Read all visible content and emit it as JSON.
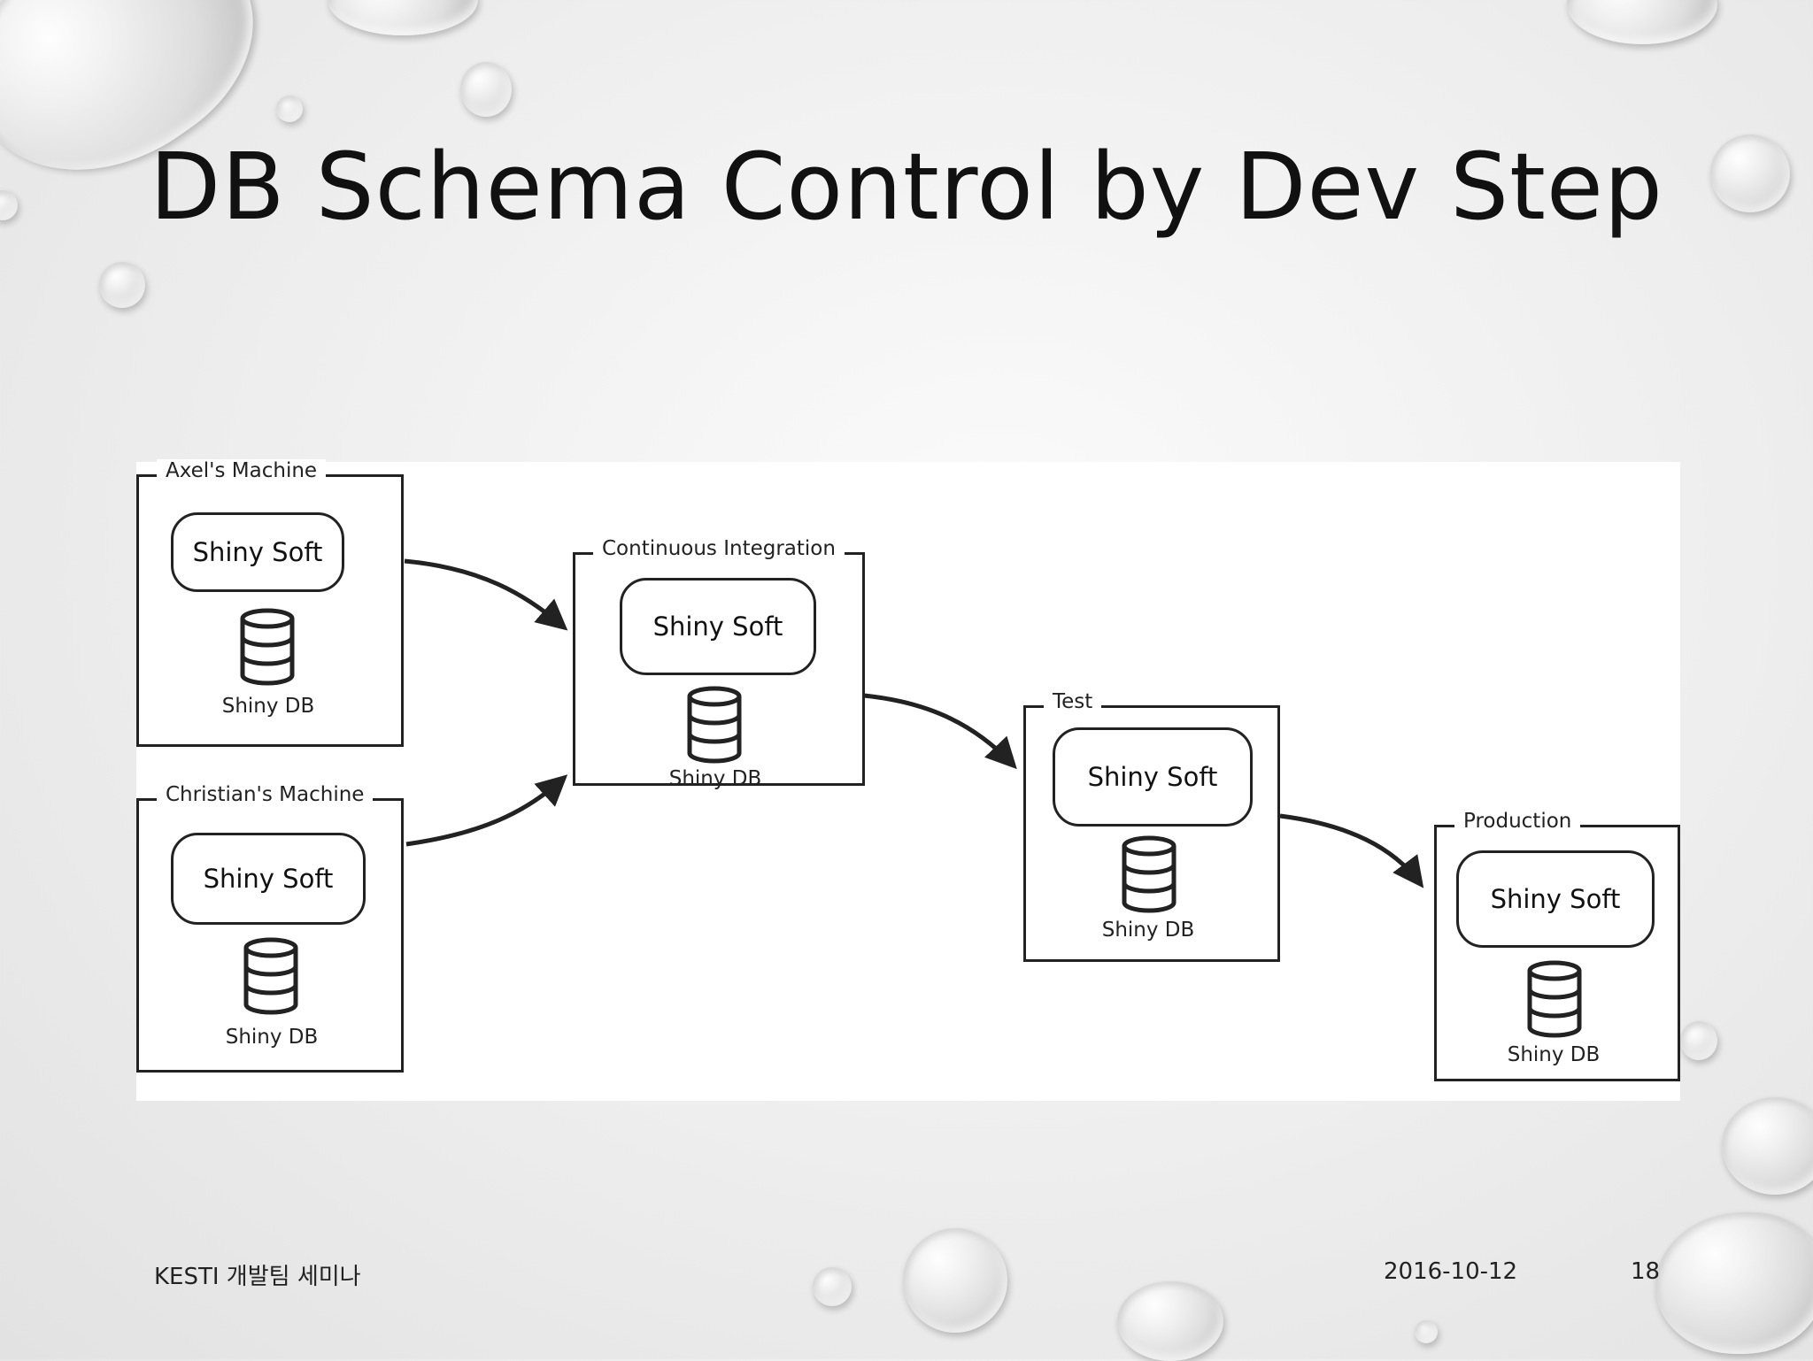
{
  "slide": {
    "title": "DB Schema Control by Dev Step"
  },
  "diagram": {
    "nodes": [
      {
        "label": "Axel's Machine",
        "app": "Shiny Soft",
        "db": "Shiny DB"
      },
      {
        "label": "Christian's Machine",
        "app": "Shiny Soft",
        "db": "Shiny DB"
      },
      {
        "label": "Continuous Integration",
        "app": "Shiny Soft",
        "db": "Shiny DB"
      },
      {
        "label": "Test",
        "app": "Shiny Soft",
        "db": "Shiny DB"
      },
      {
        "label": "Production",
        "app": "Shiny Soft",
        "db": "Shiny DB"
      }
    ],
    "edges": [
      {
        "from": "Axel's Machine",
        "to": "Continuous Integration"
      },
      {
        "from": "Christian's Machine",
        "to": "Continuous Integration"
      },
      {
        "from": "Continuous Integration",
        "to": "Test"
      },
      {
        "from": "Test",
        "to": "Production"
      }
    ]
  },
  "footer": {
    "left": "KESTI 개발팀 세미나",
    "date": "2016-10-12",
    "page": "18"
  },
  "colors": {
    "background": "#eeeeee",
    "ink": "#222222",
    "diagram_bg": "#ffffff"
  },
  "icons": [
    "database-icon",
    "water-drop"
  ]
}
